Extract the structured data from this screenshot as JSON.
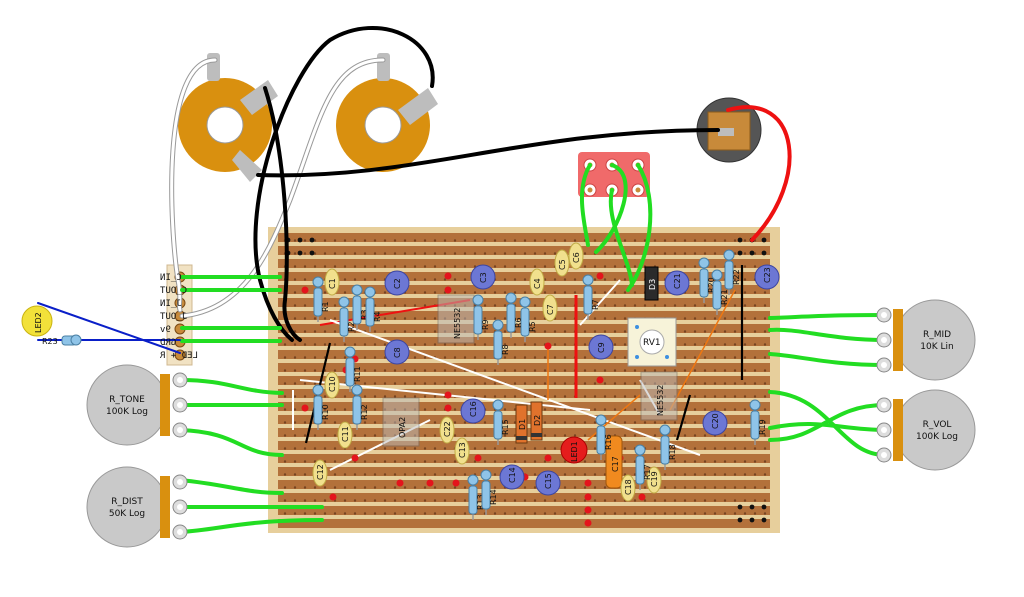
{
  "header_pins": [
    "C_IN",
    "C_OUT",
    "J_IN",
    "J_OUT",
    "9v",
    "GRD",
    "LED + R"
  ],
  "components": {
    "pots_left": [
      {
        "name": "R_TONE",
        "value": "100K Log"
      },
      {
        "name": "R_DIST",
        "value": "50K Log"
      }
    ],
    "pots_right": [
      {
        "name": "R_MID",
        "value": "10K Lin"
      },
      {
        "name": "R_VOL",
        "value": "100K Log"
      }
    ],
    "led_external": "LED2",
    "resistor_external": "R23",
    "trimmer": "RV1",
    "led_board": "LED1",
    "diodes": [
      "D1",
      "D2",
      "D3"
    ],
    "ics": [
      "NE5532",
      "NE5532",
      "OPA2"
    ],
    "resistors": [
      "R1",
      "R2",
      "R3",
      "R4",
      "R5",
      "R6",
      "R7",
      "R8",
      "R9",
      "R10",
      "R11",
      "R12",
      "R13",
      "R14",
      "R15",
      "R16",
      "R17",
      "R18",
      "R19",
      "R20",
      "R21",
      "R22"
    ],
    "caps_ceramic": [
      "C1",
      "C4",
      "C5",
      "C6",
      "C7",
      "C10",
      "C11",
      "C12",
      "C13",
      "C18",
      "C19",
      "C22"
    ],
    "caps_electrolytic": [
      "C2",
      "C3",
      "C8",
      "C9",
      "C14",
      "C15",
      "C16",
      "C20",
      "C21",
      "C23"
    ],
    "caps_film": [
      "C17"
    ]
  },
  "colors": {
    "board": "#c8924f",
    "strip": "#b3713b",
    "wire_green": "#22dd22",
    "wire_black": "#000000",
    "wire_red": "#ee1111",
    "wire_white": "#ffffff",
    "jack": "#d9900f",
    "pot_body": "#c9c9c9",
    "footswitch": "#f06a6a",
    "electrolytic": "#6c77d4",
    "ceramic": "#f1e08d",
    "resistor": "#8fc4e8",
    "wire_blue": "#0a1fc8"
  }
}
